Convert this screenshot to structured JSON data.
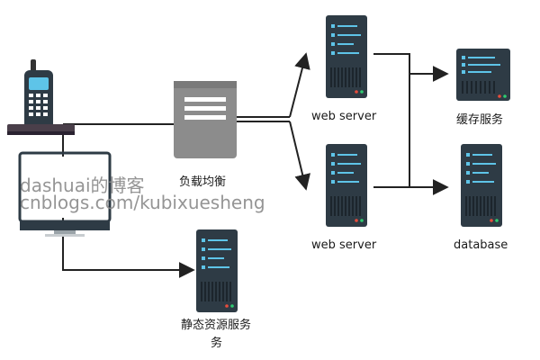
{
  "labels": {
    "load_balancer": "负载均衡",
    "web_server_top": "web server",
    "web_server_bottom": "web server",
    "cache_service": "缓存服务",
    "database": "database",
    "static_service_line1": "静态资源服务",
    "static_service_line2": "务"
  },
  "watermark": {
    "line1": "dashuai的博客",
    "line2": "cnblogs.com/kubixuesheng"
  },
  "colors": {
    "server_body": "#2e3b45",
    "server_slot": "#5ec4e8",
    "load_balancer": "#8c8c8c",
    "edge": "#222222"
  }
}
